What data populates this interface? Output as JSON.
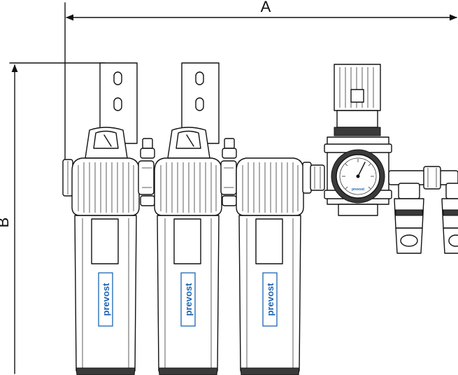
{
  "dimensions": {
    "width_label": "A",
    "height_label": "B"
  },
  "brand": {
    "name": "prevost",
    "color": "#1a63b4"
  },
  "components": [
    {
      "name": "filter-1"
    },
    {
      "name": "filter-2"
    },
    {
      "name": "filter-3"
    },
    {
      "name": "regulator"
    },
    {
      "name": "quick-coupler-1"
    },
    {
      "name": "quick-coupler-2"
    }
  ]
}
